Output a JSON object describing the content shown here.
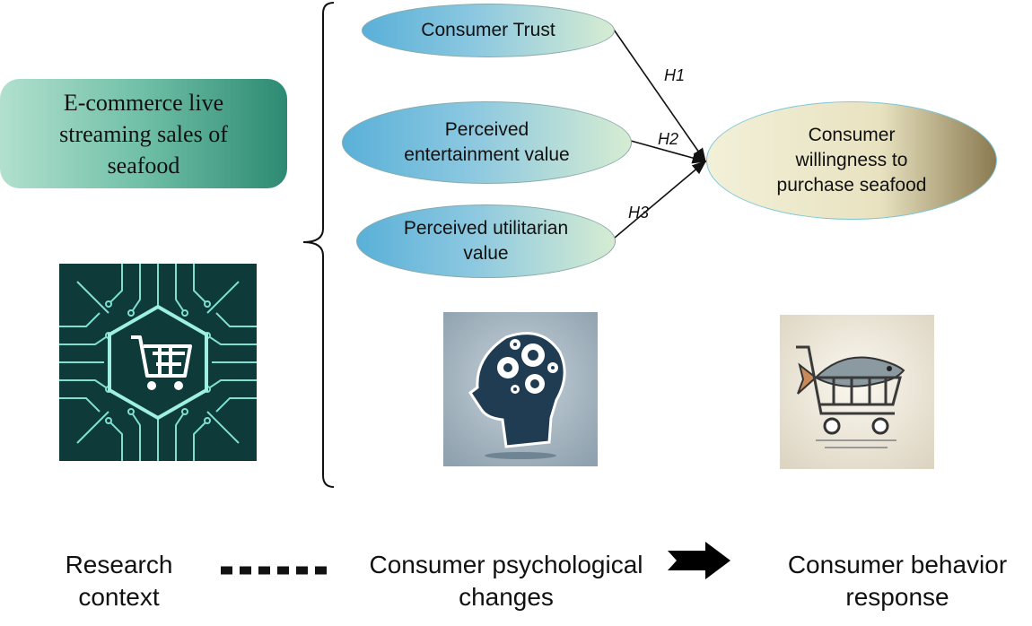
{
  "context": {
    "label": "E-commerce live streaming sales of seafood"
  },
  "constructs": {
    "trust": "Consumer Trust",
    "entertainment": "Perceived entertainment value",
    "utilitarian": "Perceived utilitarian value",
    "outcome": "Consumer willingness to purchase seafood"
  },
  "hypotheses": {
    "h1": "H1",
    "h2": "H2",
    "h3": "H3"
  },
  "captions": {
    "research": "Research context",
    "psych": "Consumer psychological changes",
    "behavior": "Consumer behavior response"
  },
  "icons": {
    "context": "circuit-cart-icon",
    "psych": "head-gears-icon",
    "behavior": "fish-cart-icon"
  },
  "colors": {
    "context_box": "#2d8a72",
    "construct_fill": "#5ab0d8",
    "outcome_fill": "#e8e2c0",
    "circuit_bg": "#0e3b3a",
    "circuit_line": "#7fe0d0"
  }
}
